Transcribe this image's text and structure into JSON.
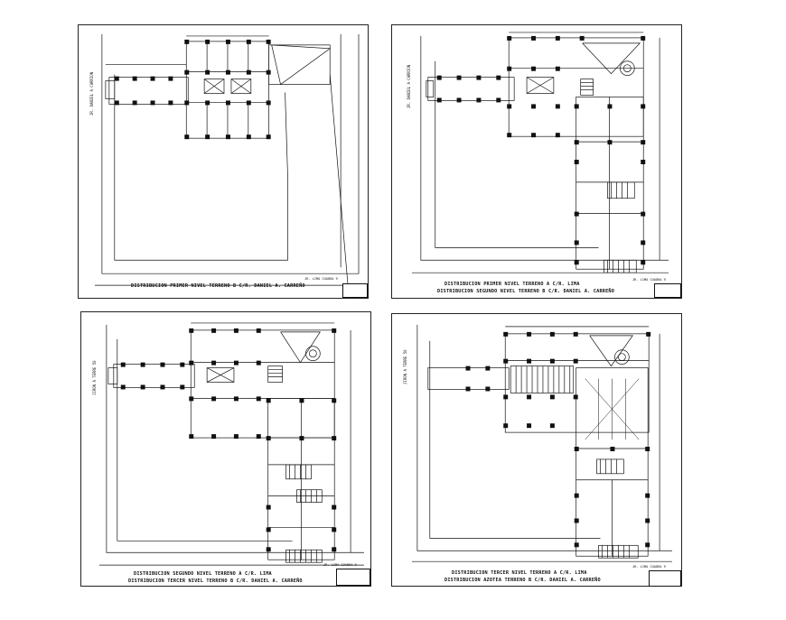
{
  "sheets": [
    {
      "caption1": "DISTRIBUCION PRIMER NIVEL TERRENO B C/R. DANIEL A. CARREÑO",
      "caption2": "",
      "scale": "JR. LIMA CUADRA 9",
      "side_label": "JR. DANIEL A CARRION"
    },
    {
      "caption1": "DISTRIBUCION PRIMER NIVEL TERRENO A C/R. LIMA",
      "caption2": "DISTRIBUCION SEGUNDO NIVEL TERRENO B C/R. DANIEL A. CARREÑO",
      "scale": "JR. LIMA CUADRA 9",
      "side_label": "JR. DANIEL A CARRION"
    },
    {
      "caption1": "DISTRIBUCION SEGUNDO NIVEL TERRENO A C/R. LIMA",
      "caption2": "DISTRIBUCION TERCER NIVEL TERRENO B C/R. DANIEL A. CARREÑO",
      "scale": "JR. LIMA CUADRA 9",
      "side_label": "JIRON A TERRE 50"
    },
    {
      "caption1": "DISTRIBUCION TERCER NIVEL TERRENO A C/R. LIMA",
      "caption2": "DISTRIBUCION AZOTEA TERRENO B C/R. DANIEL A. CARREÑO",
      "scale": "JR. LIMA CUADRA 9",
      "side_label": "JIRON A TERRE 50"
    }
  ],
  "colors": {
    "line": "#111111",
    "background": "#ffffff"
  }
}
